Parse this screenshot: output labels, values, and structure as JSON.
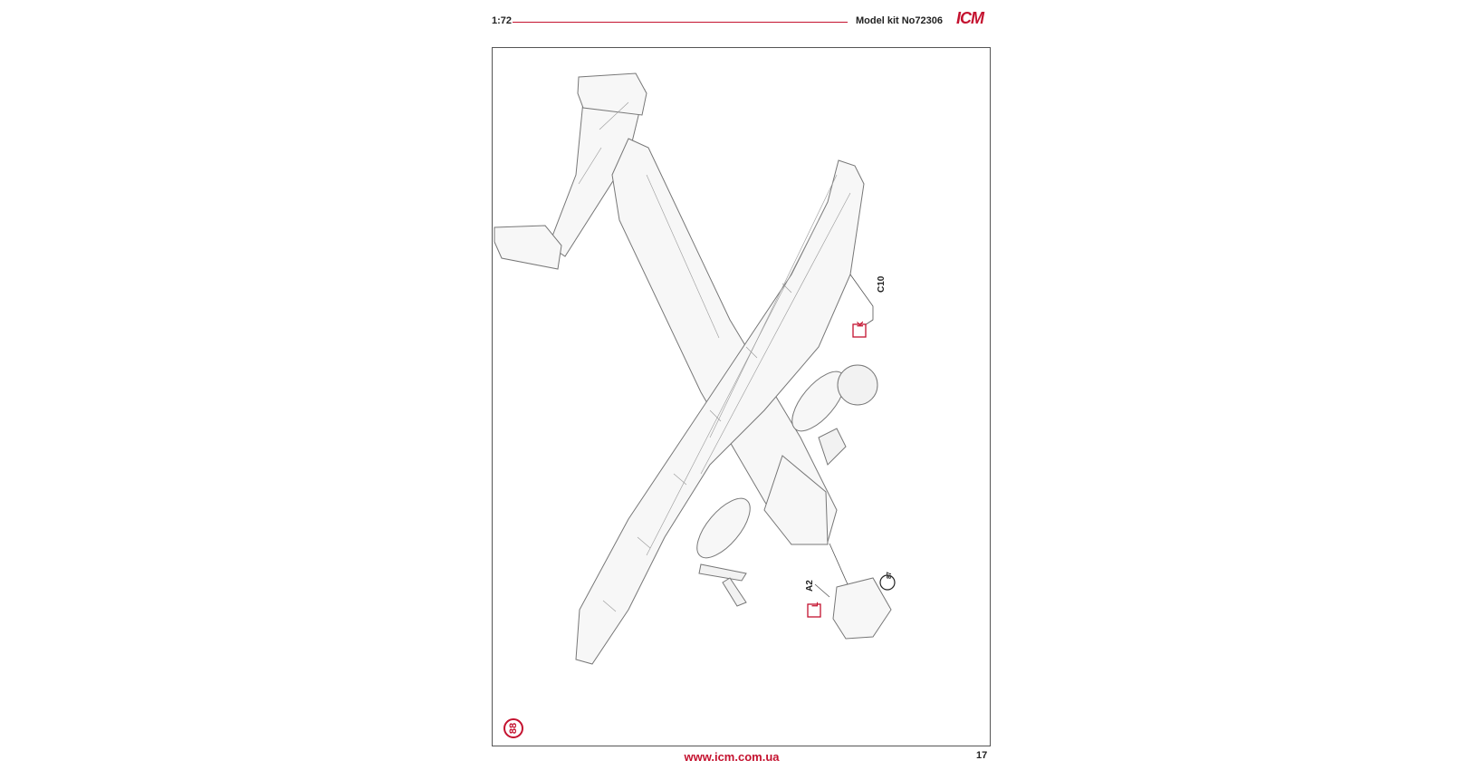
{
  "header": {
    "scale": "1:72",
    "kit": "Model kit No72306",
    "logo": "ICM",
    "logo_icon": "icm-logo-icon"
  },
  "steps": {
    "main_step": "88",
    "sub_step": "87"
  },
  "callouts": {
    "part_c10": "C10",
    "ref_k": "K",
    "part_a2": "A2",
    "ref_l": "L"
  },
  "footer": {
    "url": "www.icm.com.ua",
    "page": "17"
  },
  "colors": {
    "accent": "#c4122f",
    "line": "#666666"
  }
}
